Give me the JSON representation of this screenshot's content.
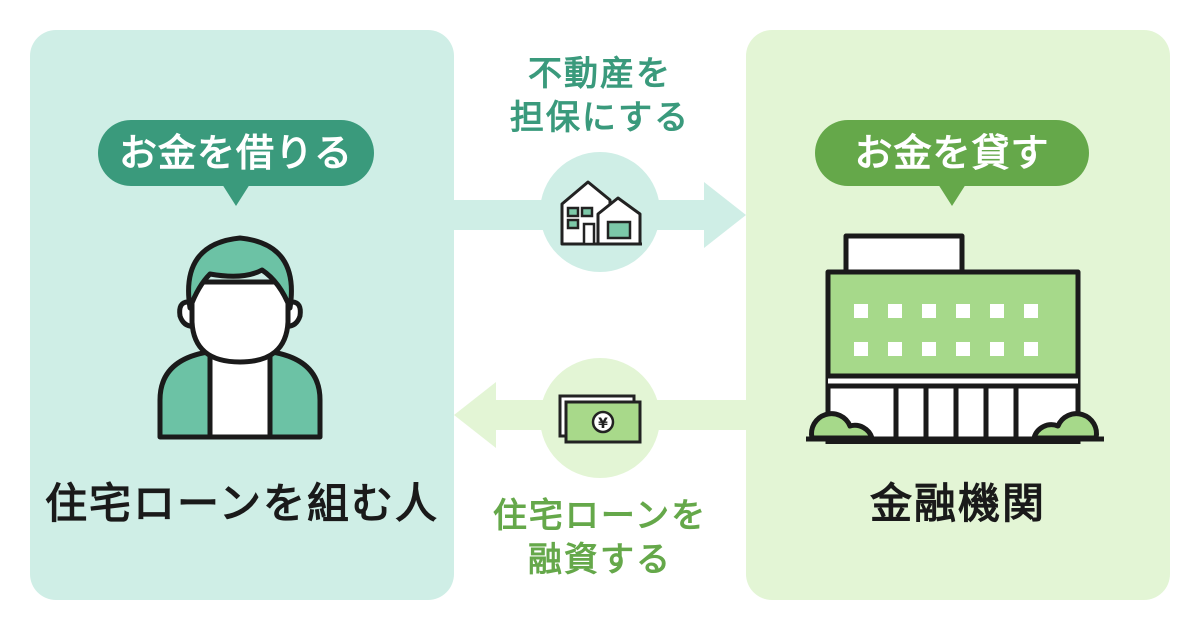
{
  "borrower": {
    "bubble_text": "お金を借りる",
    "label": "住宅ローンを組む人"
  },
  "lender": {
    "bubble_text": "お金を貸す",
    "label": "金融機関"
  },
  "flows": {
    "collateral": {
      "line1": "不動産を",
      "line2": "担保にする",
      "icon": "house-icon"
    },
    "loan": {
      "line1": "住宅ローンを",
      "line2": "融資する",
      "icon": "yen-banknote-icon"
    }
  },
  "banknote_symbol": "¥",
  "colors": {
    "left_panel": "#cfeee6",
    "right_panel": "#e3f5d5",
    "teal_accent": "#3a9a7c",
    "green_accent": "#65a84a",
    "arrow_teal": "#cfeee6",
    "arrow_green": "#e3f5d5"
  }
}
